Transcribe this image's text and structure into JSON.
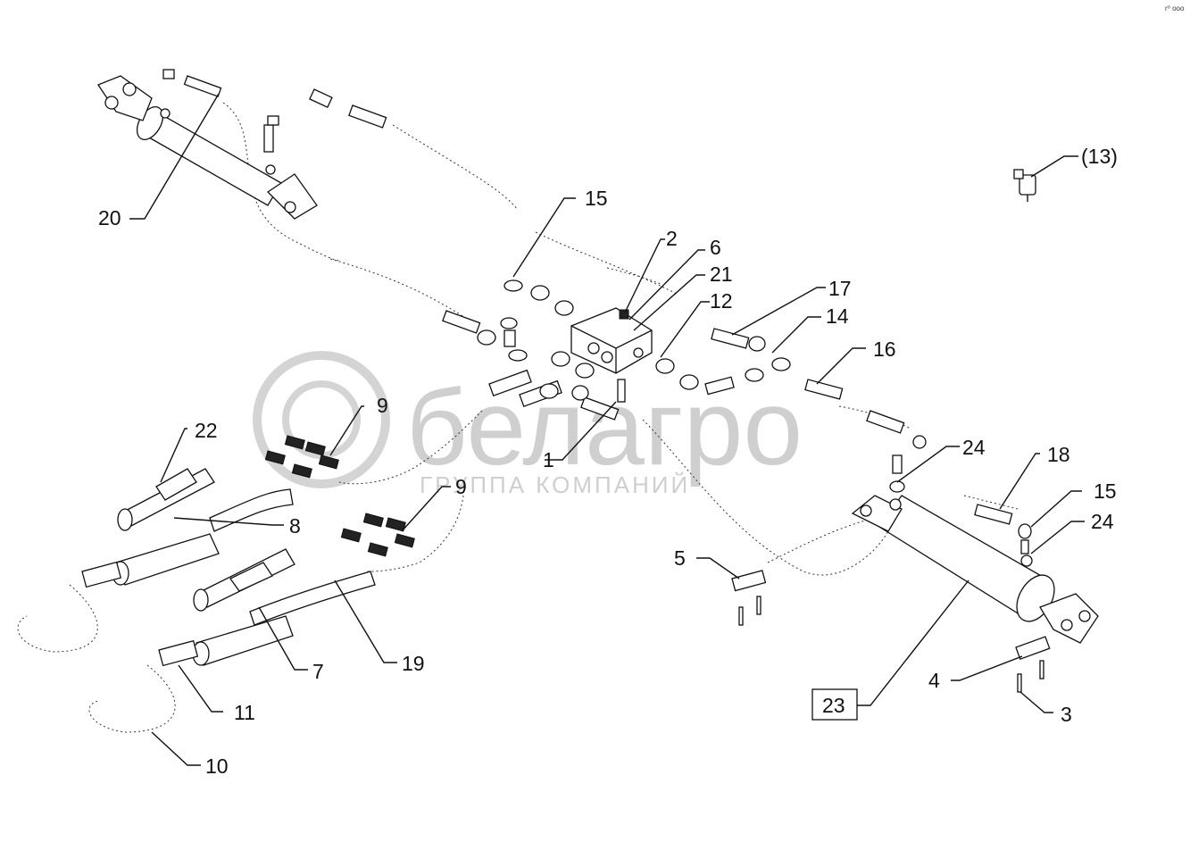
{
  "watermark": {
    "brand": "белагро",
    "tagline": "ГРУППА КОМПАНИЙ",
    "color": "#cfcfcf"
  },
  "corner_mark": "r⁰ ooo",
  "callouts": {
    "c1": "1",
    "c2": "2",
    "c3": "3",
    "c4": "4",
    "c5": "5",
    "c6": "6",
    "c7": "7",
    "c8": "8",
    "c9a": "9",
    "c9b": "9",
    "c10": "10",
    "c11": "11",
    "c12": "12",
    "c13": "(13)",
    "c14": "14",
    "c15a": "15",
    "c15b": "15",
    "c16": "16",
    "c17": "17",
    "c18": "18",
    "c19": "19",
    "c20": "20",
    "c21": "21",
    "c22": "22",
    "c23": "23",
    "c24a": "24",
    "c24b": "24"
  }
}
